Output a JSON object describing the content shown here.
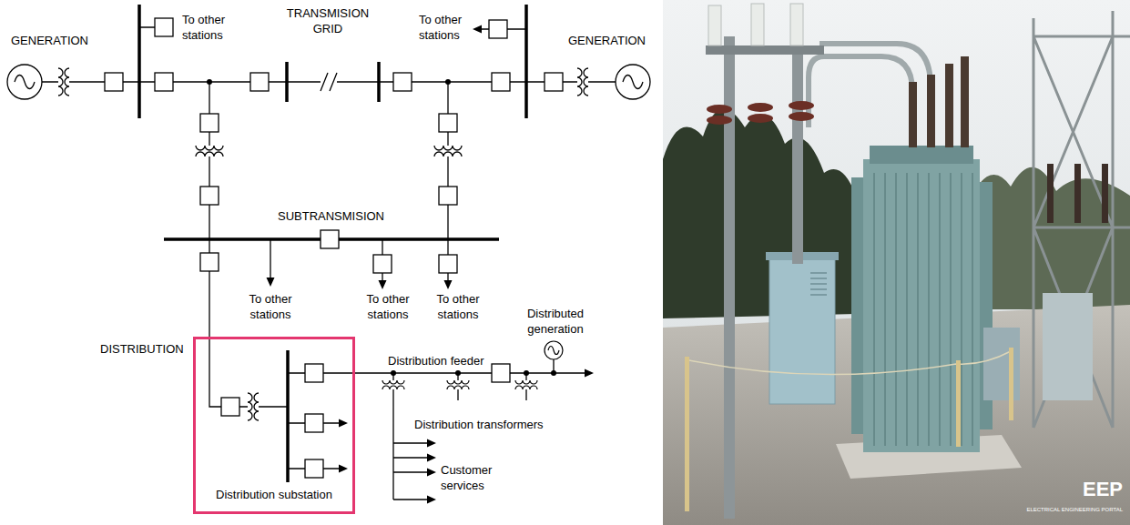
{
  "diagram": {
    "nodes": [
      {
        "text": [
          "Distribution substation"
        ]
      }
    ],
    "labels": [
      "GENERATION",
      "To other stations",
      "TRANSMISION GRID",
      "To other stations",
      "GENERATION",
      "SUBTRANSMISION",
      "To other stations",
      "To other stations",
      "To other stations",
      "Distributed generation",
      "DISTRIBUTION",
      "Distribution feeder",
      "Distribution transformers",
      "Customer services",
      "EEP",
      "ELECTRICAL ENGINEERING PORTAL"
    ]
  }
}
